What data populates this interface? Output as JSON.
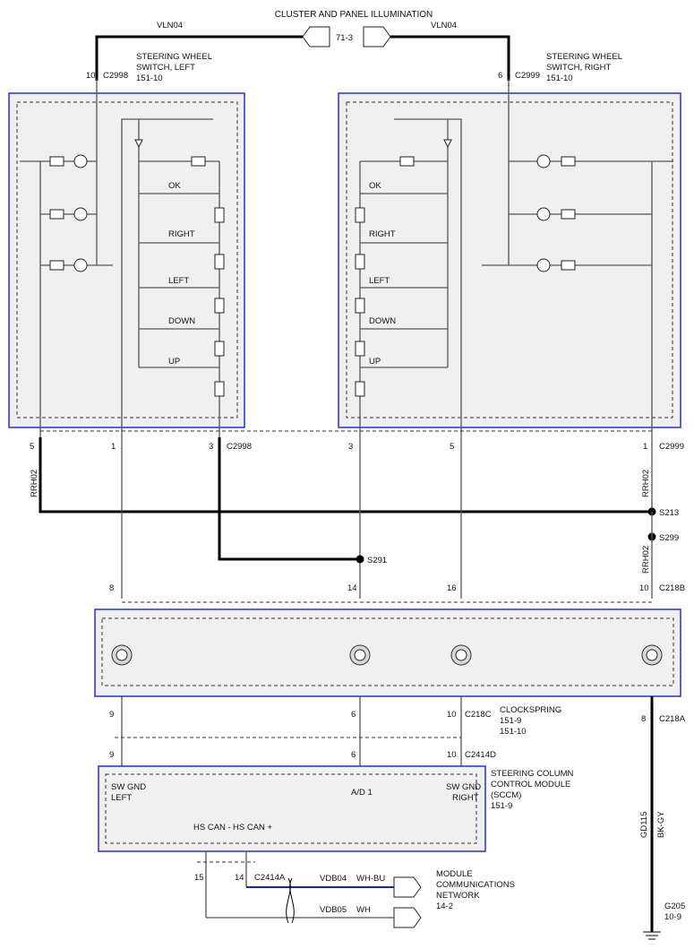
{
  "top": {
    "title": "CLUSTER AND PANEL ILLUMINATION",
    "page_ref": "71-3",
    "wire_left": "VLN04",
    "wire_right": "VLN04"
  },
  "left_switch": {
    "name_line1": "STEERING WHEEL",
    "name_line2": "SWITCH, LEFT",
    "ref": "151-10",
    "connector": "C2998",
    "top_pin": "10",
    "buttons": [
      "OK",
      "RIGHT",
      "LEFT",
      "DOWN",
      "UP"
    ],
    "pins": [
      "5",
      "1",
      "3"
    ],
    "bottom_connector": "C2998"
  },
  "right_switch": {
    "name_line1": "STEERING WHEEL",
    "name_line2": "SWITCH, RIGHT",
    "ref": "151-10",
    "connector": "C2999",
    "top_pin": "6",
    "buttons": [
      "OK",
      "RIGHT",
      "LEFT",
      "DOWN",
      "UP"
    ],
    "pins": [
      "3",
      "5",
      "1"
    ],
    "bottom_connector": "C2999"
  },
  "wires": {
    "rrh02_left": "RRH02",
    "rrh02_right_upper": "RRH02",
    "rrh02_right_lower": "RRH02",
    "gd115": "GD115",
    "bkgy": "BK-GY",
    "vdb04": "VDB04",
    "whbu": "WH-BU",
    "vdb05": "VDB05",
    "wh": "WH"
  },
  "splices": {
    "s213": "S213",
    "s299": "S299",
    "s291": "S291"
  },
  "clockspring": {
    "name": "CLOCKSPRING",
    "ref1": "151-9",
    "ref2": "151-10",
    "top_connector": "C218B",
    "top_pins": [
      "8",
      "14",
      "16",
      "10"
    ],
    "bottom_connector": "C218C",
    "bottom_pins": [
      "9",
      "6",
      "10",
      "8"
    ],
    "right_connector": "C218A"
  },
  "sccm": {
    "name_line1": "STEERING COLUMN",
    "name_line2": "CONTROL MODULE",
    "name_line3": "(SCCM)",
    "ref": "151-9",
    "connector": "C2414D",
    "pins": [
      "9",
      "6",
      "10"
    ],
    "label_sw_gnd_left_1": "SW GND",
    "label_sw_gnd_left_2": "LEFT",
    "label_ad1": "A/D 1",
    "label_sw_gnd_right_1": "SW GND",
    "label_sw_gnd_right_2": "RIGHT",
    "hs_can_minus": "HS CAN -",
    "hs_can_plus": "HS CAN +",
    "can_pin_minus": "15",
    "can_pin_plus": "14",
    "can_connector": "C2414A"
  },
  "network": {
    "line1": "MODULE",
    "line2": "COMMUNICATIONS",
    "line3": "NETWORK",
    "ref": "14-2"
  },
  "ground": {
    "name": "G205",
    "ref": "10-9"
  }
}
